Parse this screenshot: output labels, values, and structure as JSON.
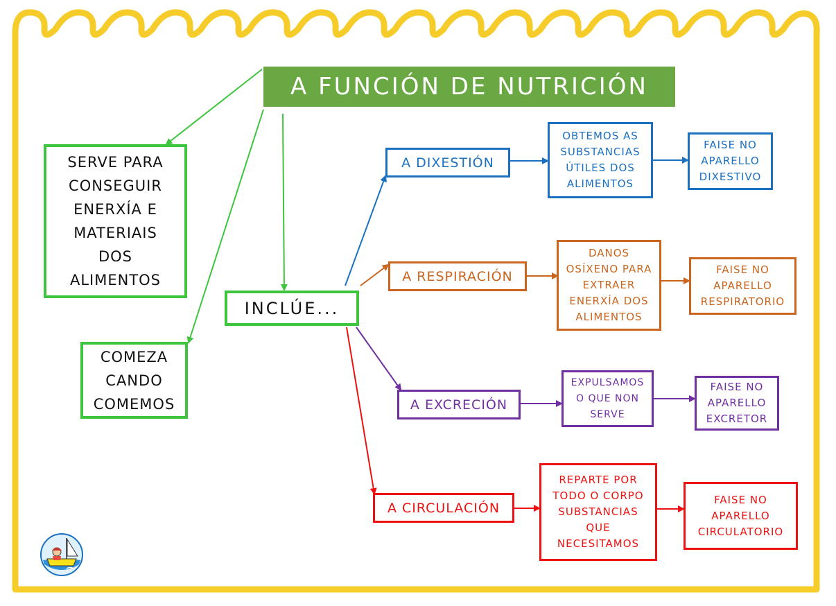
{
  "title": "A FUNCIÓN DE NUTRICIÓN",
  "left": {
    "serve": "SERVE PARA\nCONSEGUIR\nENERXÍA E\nMATERIAIS\nDOS\nALIMENTOS",
    "comeza": "COMEZA\nCANDO\nCOMEMOS"
  },
  "inclue": "INCLÚE...",
  "rows": [
    {
      "process": "A DIXESTIÓN",
      "what": "OBTEMOS AS\nSUBSTANCIAS\nÚTILES DOS\nALIMENTOS",
      "where": "FAISE NO\nAPARELLO\nDIXESTIVO",
      "color": "#1b70c0"
    },
    {
      "process": "A RESPIRACIÓN",
      "what": "DANOS\nOSÍXENO PARA\nEXTRAER\nENERXÍA DOS\nALIMENTOS",
      "where": "FAISE NO\nAPARELLO\nRESPIRATORIO",
      "color": "#c9651e"
    },
    {
      "process": "A EXCRECIÓN",
      "what": "EXPULSAMOS\nO QUE NON\nSERVE",
      "where": "FAISE NO\nAPARELLO\nEXCRETOR",
      "color": "#7030a0"
    },
    {
      "process": "A CIRCULACIÓN",
      "what": "REPARTE POR\nTODO O CORPO\nSUBSTANCIAS\nQUE\nNECESITAMOS",
      "where": "FAISE NO\nAPARELLO\nCIRCULATORIO",
      "color": "#ee1111"
    }
  ],
  "colors": {
    "frame": "#f5cc2a",
    "title_bg": "#6aa843",
    "green": "#3ec43e"
  },
  "icons": [
    "sailboat-logo-icon"
  ]
}
